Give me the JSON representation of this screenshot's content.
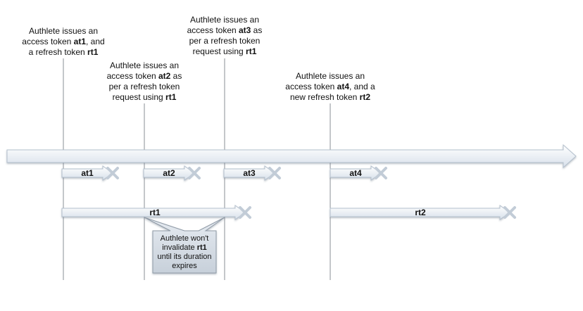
{
  "notes": {
    "n1": {
      "l1": "Authlete issues an",
      "l2a": "access token ",
      "l2b": "at1",
      "l2c": ", and",
      "l3a": "a refresh token ",
      "l3b": "rt1"
    },
    "n2": {
      "l1": "Authlete issues an",
      "l2a": "access token ",
      "l2b": "at2",
      "l2c": " as",
      "l3": "per a refresh token",
      "l4a": "request using ",
      "l4b": "rt1"
    },
    "n3": {
      "l1": "Authlete issues an",
      "l2a": "access token ",
      "l2b": "at3",
      "l2c": " as",
      "l3": "per a refresh token",
      "l4a": "request using ",
      "l4b": "rt1"
    },
    "n4": {
      "l1": "Authlete issues an",
      "l2a": "access token ",
      "l2b": "at4",
      "l2c": ", and a",
      "l3a": "new refresh token ",
      "l3b": "rt2"
    }
  },
  "tokens": {
    "at1": "at1",
    "at2": "at2",
    "at3": "at3",
    "at4": "at4",
    "rt1": "rt1",
    "rt2": "rt2"
  },
  "callout": {
    "l1": "Authlete won't",
    "l2a": "invalidate ",
    "l2b": "rt1",
    "l3": "until its duration",
    "l4": "expires"
  }
}
